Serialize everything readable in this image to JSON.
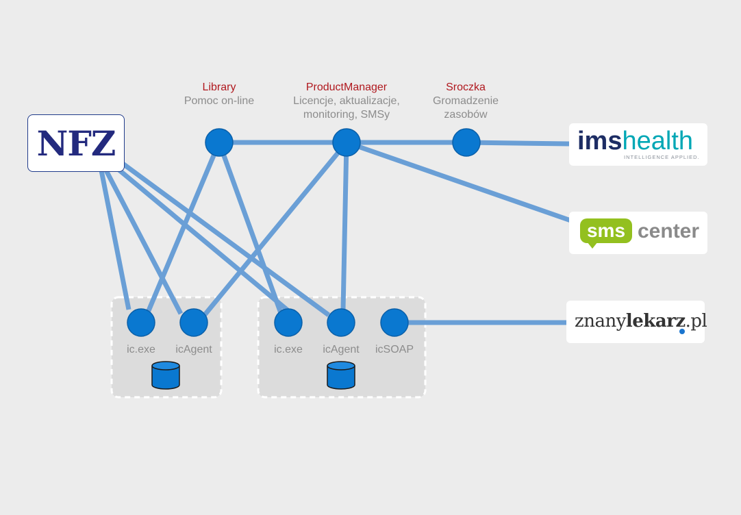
{
  "services": [
    {
      "title": "Library",
      "desc": [
        "Pomoc on-line"
      ]
    },
    {
      "title": "ProductManager",
      "desc": [
        "Licencje, aktualizacje,",
        "monitoring, SMSy"
      ]
    },
    {
      "title": "Sroczka",
      "desc": [
        "Gromadzenie",
        "zasobów"
      ]
    }
  ],
  "external": {
    "nfz": "NFZ",
    "ims": {
      "part1": "ims",
      "part2": "health",
      "tagline": "INTELLIGENCE APPLIED."
    },
    "sms": {
      "bubble": "sms",
      "word": "center"
    },
    "znanylekarz": {
      "part1": "znany",
      "part2": "lekarz",
      "part3": ".pl"
    }
  },
  "group1": {
    "nodes": [
      "ic.exe",
      "icAgent"
    ]
  },
  "group2": {
    "nodes": [
      "ic.exe",
      "icAgent",
      "icSOAP"
    ]
  },
  "colors": {
    "line": "#6a9fd6",
    "node": "#0a78d0",
    "node_stroke": "#0a5fa8",
    "title": "#b0181e",
    "desc": "#8c8c8c",
    "group_bg": "#dcdcdc"
  }
}
